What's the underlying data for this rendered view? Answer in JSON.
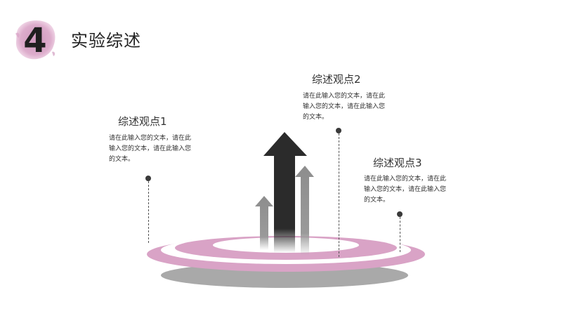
{
  "header": {
    "section_number": "4",
    "title": "实验综述"
  },
  "colors": {
    "accent_pink": "#d9a3c6",
    "dark_arrow": "#2b2b2b",
    "gray_arrow": "#8d8d8d",
    "shadow_gray": "#a9a9a9"
  },
  "points": [
    {
      "title": "综述观点1",
      "text": "请在此输入您的文本，请在此输入您的文本，请在此输入您的文本。"
    },
    {
      "title": "综述观点2",
      "text": "请在此输入您的文本，请在此输入您的文本，请在此输入您的文本。"
    },
    {
      "title": "综述观点3",
      "text": "请在此输入您的文本，请在此输入您的文本，请在此输入您的文本。"
    }
  ]
}
